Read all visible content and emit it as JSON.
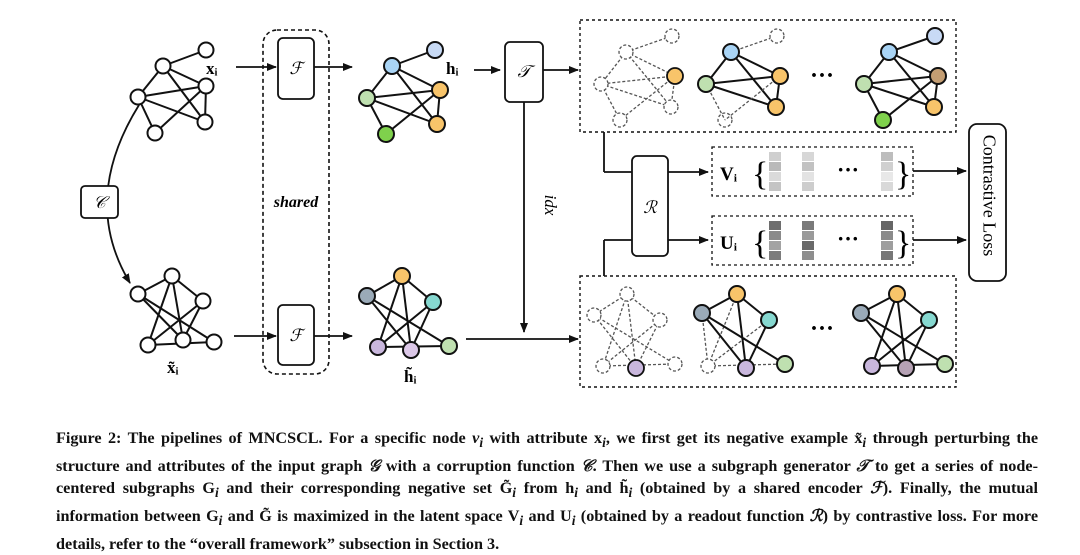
{
  "figure": {
    "labels": {
      "x_i": "xᵢ",
      "x_tilde_i": "x̃ᵢ",
      "h_i": "hᵢ",
      "h_tilde_i": "h̃ᵢ",
      "encoder_top": "ℱ",
      "encoder_bottom": "ℱ",
      "shared": "shared",
      "corruption": "𝒞",
      "generator": "𝒯",
      "idx": "idx",
      "readout": "ℛ",
      "v_i": "Vᵢ",
      "u_i": "Uᵢ",
      "ellipsis": "···",
      "contrastive_loss": "Contrastive Loss"
    },
    "colors": {
      "blue": "#a9d4f5",
      "orange": "#f8c46a",
      "green": "#bfe0b0",
      "bright_green": "#7fd14c",
      "purple": "#c9b7dd",
      "slate": "#9aaab8",
      "brown": "#c49e73",
      "teal": "#86d8d0"
    }
  },
  "caption": {
    "label": "Figure 2:",
    "p1": " The pipelines of MNCSCL. For a specific node ",
    "v": "v",
    "p2": " with attribute ",
    "x": "x",
    "p3": ", we first get its negative example ",
    "xt": "x̃",
    "p4": " through perturbing the structure and attributes of the input graph ",
    "G": "𝒢",
    "p5": " with a corruption function ",
    "C": "𝒞",
    "p6": ". Then we use a subgraph generator ",
    "T": "𝒯",
    "p7": " to get a series of node-centered subgraphs G",
    "p8": " and their corresponding negative set G̃",
    "p9": " from h",
    "p10": " and h̃",
    "p11": " (obtained by a shared encoder ",
    "F": "ℱ",
    "p12": "). Finally, the mutual information between G",
    "p13": " and G̃ is maximized in the latent space V",
    "p14": " and U",
    "p15": " (obtained by a readout function ",
    "R": "ℛ",
    "p16": ") by contrastive loss. For more details, refer to the “overall framework” subsection in Section 3.",
    "sub_i": "i"
  }
}
